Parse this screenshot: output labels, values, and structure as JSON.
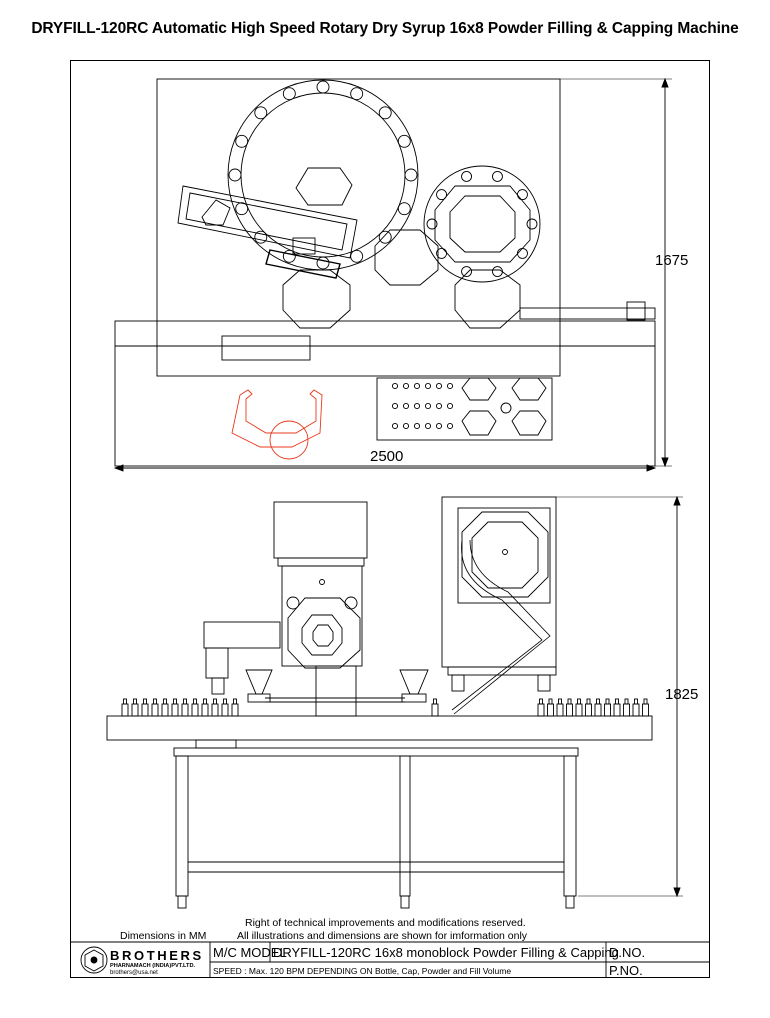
{
  "title": "DRYFILL-120RC    Automatic High Speed  Rotary Dry Syrup 16x8 Powder Filling & Capping  Machine",
  "dimensions": {
    "top_width": "2500",
    "top_depth": "1675",
    "front_height": "1825"
  },
  "notes": {
    "units": "Dimensions in MM",
    "rights": "Right of technical improvements and modifications reserved.",
    "info": "All illustrations and dimensions are shown for imformation only"
  },
  "title_block": {
    "brand": "BROTHERS",
    "brand_sub": "PHARNAMACH (INDIA)PVT.LTD.",
    "email": "brothers@usa.net",
    "model_label": "M/C MODEL",
    "model_desc": "DRYFILL-120RC 16x8 monoblock Powder Filling & Capping",
    "dno": "D.NO.",
    "pno": "P.NO.",
    "speed": "SPEED : Max. 120 BPM DEPENDING ON Bottle, Cap, Powder and Fill Volume"
  },
  "colors": {
    "line": "#000000",
    "operator": "#e8391c"
  }
}
